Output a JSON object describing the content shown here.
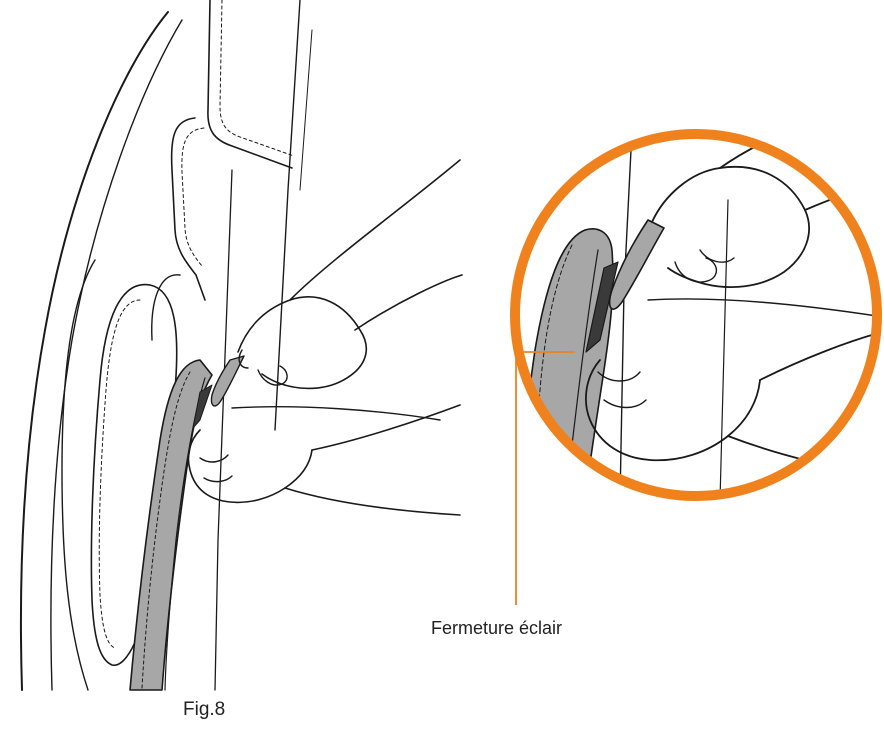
{
  "callout": {
    "label": "Fermeture éclair"
  },
  "figure": {
    "label": "Fig.8"
  },
  "colors": {
    "line": "#1a1a1a",
    "zipper_band": "#a7a7a7",
    "zipper_dark": "#3a3a3a",
    "accent": "#f0821e",
    "background": "#ffffff"
  },
  "icons": {
    "magnifier": "detail-circle",
    "pointer": "callout-leader-line"
  }
}
